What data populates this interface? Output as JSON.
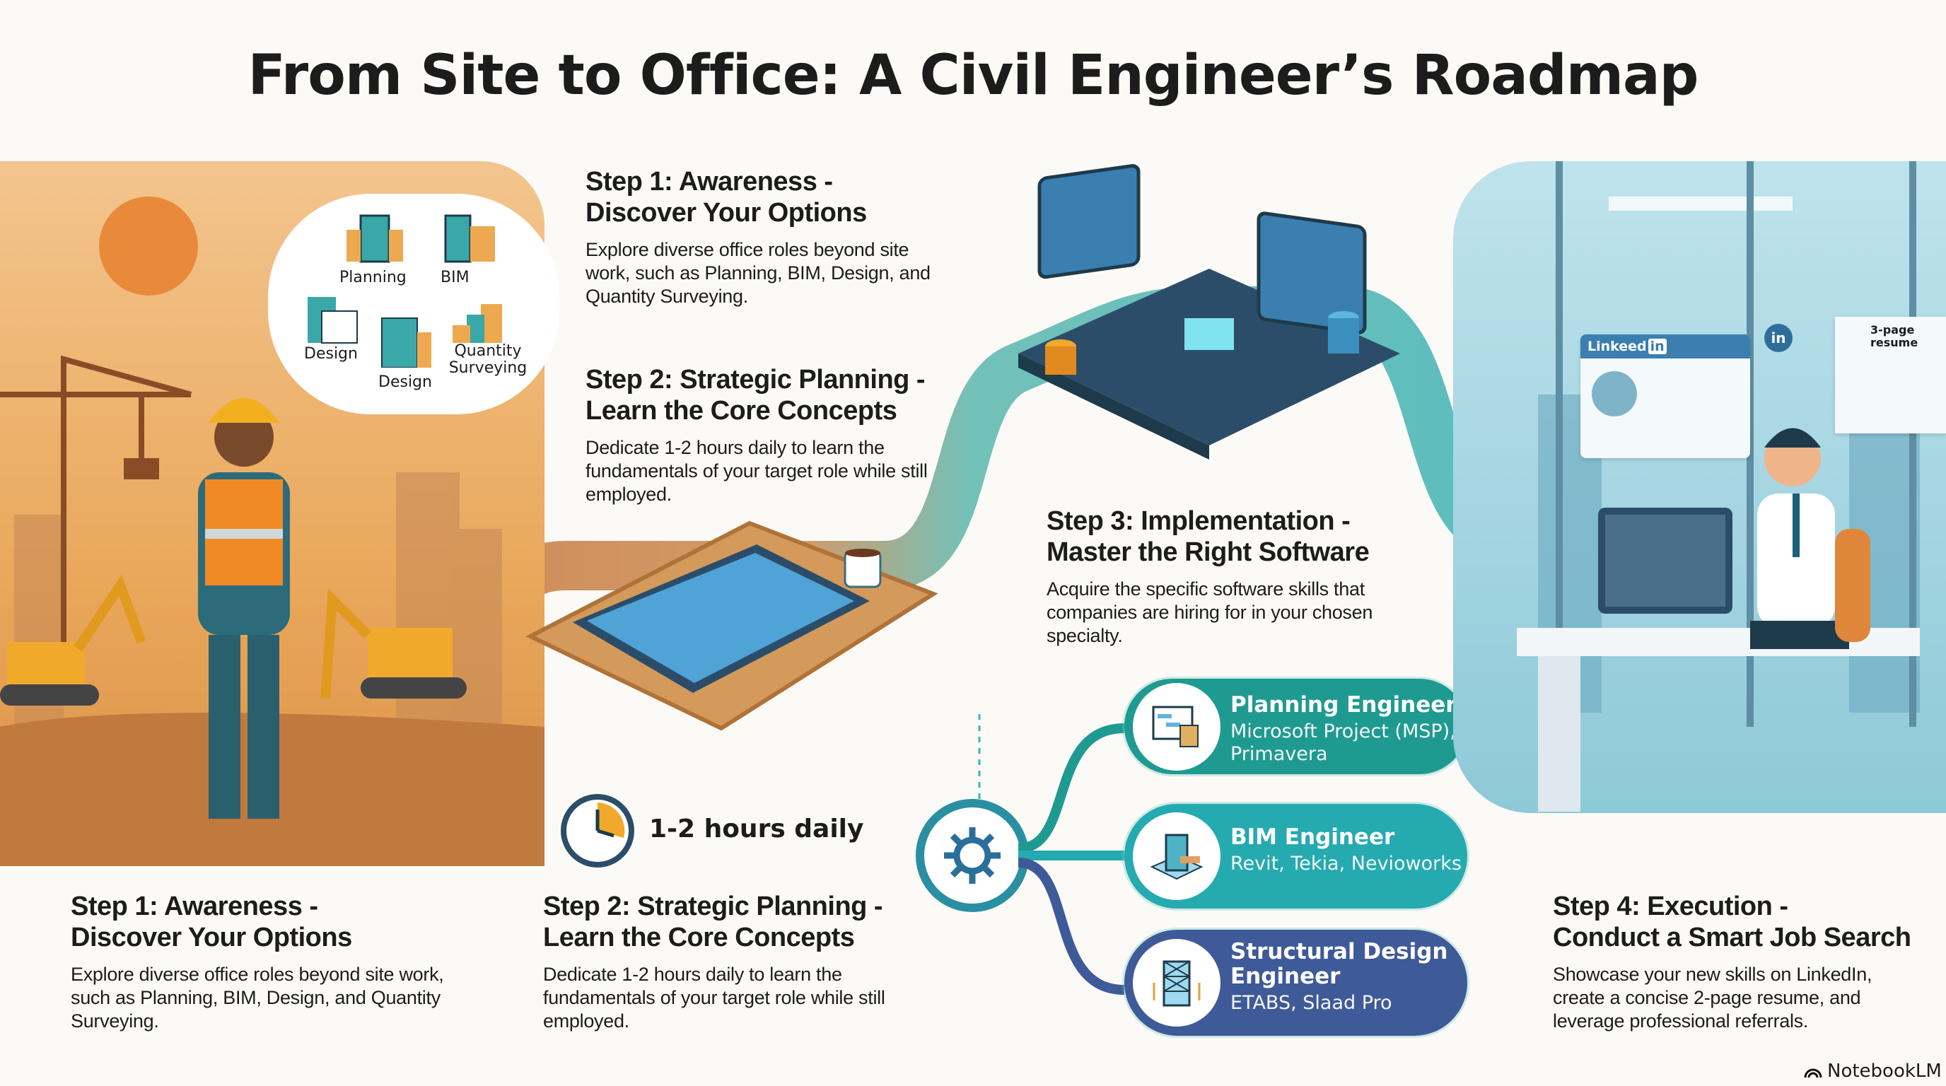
{
  "title": "From Site to Office: A Civil Engineer’s Roadmap",
  "thought_cloud": {
    "items": [
      "Planning",
      "BIM",
      "Design",
      "Design",
      "Quantity Surveying"
    ]
  },
  "steps_top": [
    {
      "heading_1": "Step 1: Awareness -",
      "heading_2": "Discover Your Options",
      "body": "Explore diverse office roles beyond site work, such as Planning, BIM, Design, and Quantity Surveying."
    },
    {
      "heading_1": "Step 2: Strategic Planning -",
      "heading_2": "Learn the Core Concepts",
      "body": "Dedicate 1-2 hours daily to learn the fundamentals of your target role while still employed."
    },
    {
      "heading_1": "Step 3: Implementation -",
      "heading_2": "Master the Right Software",
      "body": "Acquire the specific software skills that companies are hiring for in your chosen specialty."
    }
  ],
  "steps_bottom": [
    {
      "heading_1": "Step 1: Awareness -",
      "heading_2": "Discover Your Options",
      "body": "Explore diverse office roles beyond site work, such as Planning, BIM, Design, and Quantity Surveying."
    },
    {
      "heading_1": "Step 2: Strategic Planning -",
      "heading_2": "Learn the Core Concepts",
      "body": "Dedicate 1-2 hours daily to learn the fundamentals of your target role while still employed."
    },
    {
      "heading_1": "Step 4: Execution -",
      "heading_2": "Conduct a Smart Job Search",
      "body": "Showcase your new skills on LinkedIn, create a concise 2-page resume, and leverage professional referrals."
    }
  ],
  "clock_label": "1-2 hours daily",
  "roles": [
    {
      "title": "Planning Engineer",
      "software": "Microsoft Project (MSP), Primavera",
      "color": "#1f9a91",
      "icon": "gantt-chart-icon"
    },
    {
      "title": "BIM Engineer",
      "software": "Revit, Tekia, Nevioworks",
      "color": "#25aab0",
      "icon": "bim-building-icon"
    },
    {
      "title": "Structural Design Engineer",
      "software": "ETABS, Slaad Pro",
      "color": "#3f5a98",
      "icon": "structure-frame-icon"
    }
  ],
  "office_scene": {
    "linkedin_label": "Linkeed",
    "linkedin_badge": "in",
    "network_badge": "in",
    "resume_label": "3-page resume"
  },
  "brand": "NotebookLM",
  "colors": {
    "site": "#e9a75a",
    "road_orange": "#c8773a",
    "road_teal": "#3fb3b4",
    "office": "#8ec9d8"
  }
}
